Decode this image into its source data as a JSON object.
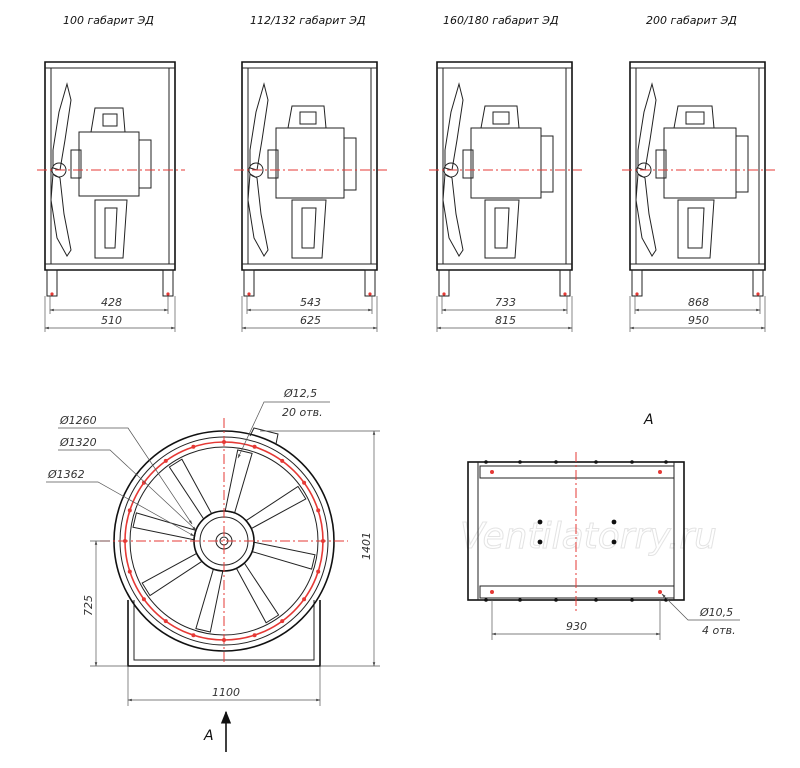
{
  "variants": [
    {
      "title": "100 габарит ЭД",
      "inner": "428",
      "outer": "510"
    },
    {
      "title": "112/132 габарит ЭД",
      "inner": "543",
      "outer": "625"
    },
    {
      "title": "160/180 габарит ЭД",
      "inner": "733",
      "outer": "815"
    },
    {
      "title": "200 габарит ЭД",
      "inner": "868",
      "outer": "950"
    }
  ],
  "front_view": {
    "d1": "Ø1260",
    "d2": "Ø1320",
    "d3": "Ø1362",
    "hole_d": "Ø12,5",
    "hole_count": "20 отв.",
    "height": "1401",
    "center_height": "725",
    "width": "1100",
    "view_arrow_label": "A"
  },
  "view_a": {
    "title": "A",
    "width": "930",
    "hole_d": "Ø10,5",
    "hole_count": "4 отв."
  },
  "watermark": "Ventilatorry.ru",
  "colors": {
    "line": "#222222",
    "axis": "#e53935",
    "dimension": "#555555"
  }
}
